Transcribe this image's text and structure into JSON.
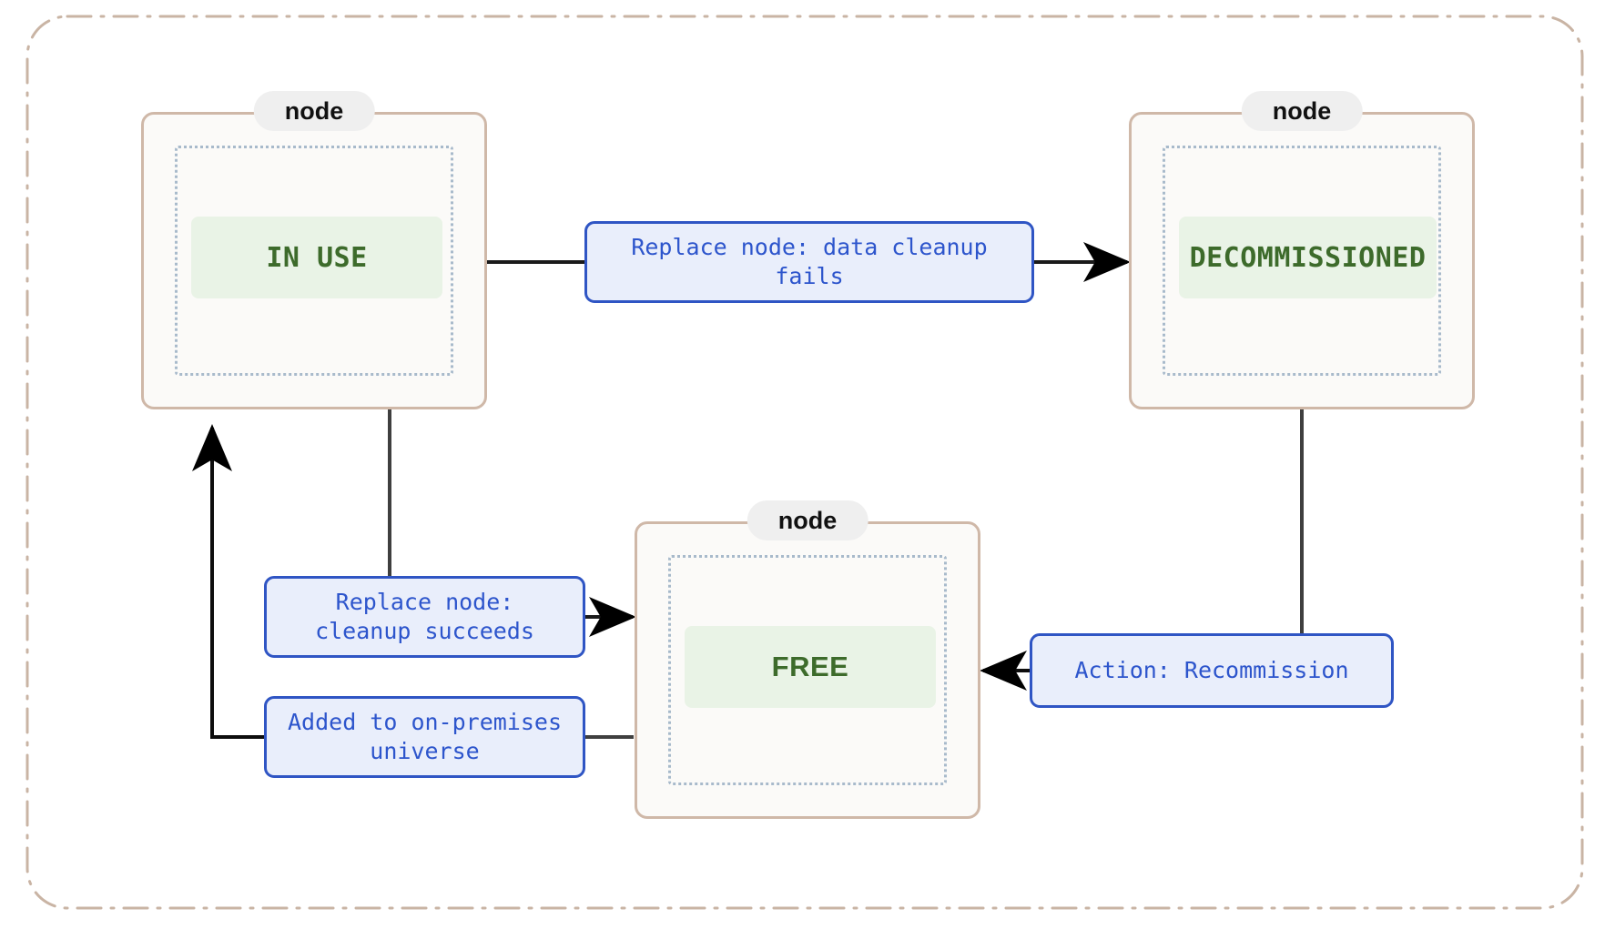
{
  "diagram": {
    "type": "state-machine",
    "title": "",
    "frame": {
      "style": "dash-dot",
      "color": "#c9b4a4"
    },
    "colors": {
      "node_border": "#cfb8a8",
      "node_fill": "#fbfaf8",
      "node_inner_border": "#a8bacb",
      "badge_fill": "#efefef",
      "state_chip_fill": "#e9f3e6",
      "state_text": "#3d6b2b",
      "edge_label_fill": "#e9eefb",
      "edge_label_border": "#2f55c4",
      "edge_label_text": "#2d55cc",
      "edge_line_dark": "#000000",
      "edge_line_gray": "#3f3f3f"
    },
    "nodes": [
      {
        "id": "in-use",
        "badge": "node",
        "state": "IN USE",
        "font": "mono"
      },
      {
        "id": "decommissioned",
        "badge": "node",
        "state": "DECOMMISSIONED",
        "font": "mono"
      },
      {
        "id": "free",
        "badge": "node",
        "state": "FREE",
        "font": "sans"
      }
    ],
    "edges": [
      {
        "id": "in-use-to-decommissioned",
        "from": "in-use",
        "to": "decommissioned",
        "label": "Replace node: data cleanup\nfails",
        "arrow": "right"
      },
      {
        "id": "in-use-to-free",
        "from": "in-use",
        "to": "free",
        "label": "Replace node:\ncleanup succeeds",
        "arrow": "right"
      },
      {
        "id": "free-to-in-use",
        "from": "free",
        "to": "in-use",
        "label": "Added to on-premises\nuniverse",
        "arrow": "up"
      },
      {
        "id": "decommissioned-to-free",
        "from": "decommissioned",
        "to": "free",
        "label": "Action: Recommission",
        "arrow": "left"
      }
    ]
  }
}
